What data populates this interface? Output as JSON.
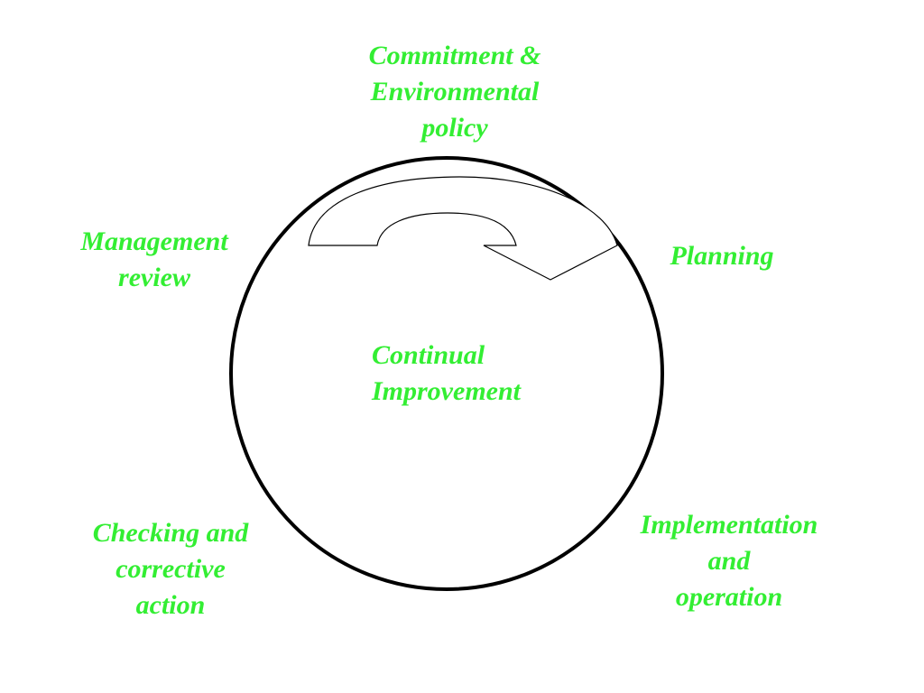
{
  "colors": {
    "label": "#33ee33",
    "circle": "#000000",
    "arrow_stroke": "#000000",
    "arrow_fill": "#ffffff"
  },
  "center_label": {
    "lines": [
      "Continual",
      "Improvement"
    ]
  },
  "stages": [
    {
      "id": "commitment",
      "lines": [
        "Commitment &",
        "Environmental",
        "policy"
      ]
    },
    {
      "id": "planning",
      "lines": [
        "Planning"
      ]
    },
    {
      "id": "implementation",
      "lines": [
        "Implementation",
        "and",
        "operation"
      ]
    },
    {
      "id": "checking",
      "lines": [
        "Checking  and",
        "corrective",
        "action"
      ]
    },
    {
      "id": "review",
      "lines": [
        "Management",
        "review"
      ]
    }
  ]
}
